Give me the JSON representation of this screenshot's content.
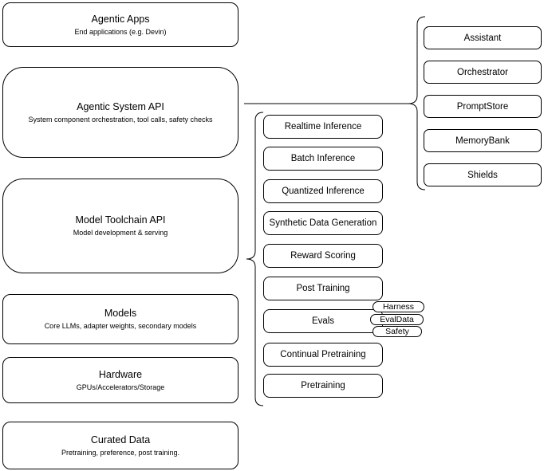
{
  "layers": [
    {
      "title": "Agentic Apps",
      "subtitle": "End applications (e.g. Devin)"
    },
    {
      "title": "Agentic System API",
      "subtitle": "System component orchestration, tool calls, safety checks"
    },
    {
      "title": "Model Toolchain API",
      "subtitle": "Model development & serving"
    },
    {
      "title": "Models",
      "subtitle": "Core LLMs, adapter weights, secondary models"
    },
    {
      "title": "Hardware",
      "subtitle": "GPUs/Accelerators/Storage"
    },
    {
      "title": "Curated Data",
      "subtitle": "Pretraining, preference, post training."
    }
  ],
  "toolchain_services": [
    "Realtime Inference",
    "Batch Inference",
    "Quantized Inference",
    "Synthetic Data Generation",
    "Reward Scoring",
    "Post Training",
    "Evals",
    "Continual Pretraining",
    "Pretraining"
  ],
  "eval_components": [
    "Harness",
    "EvalData",
    "Safety"
  ],
  "agentic_components": [
    "Assistant",
    "Orchestrator",
    "PromptStore",
    "MemoryBank",
    "Shields"
  ],
  "colors": {
    "stroke": "#000000",
    "fill": "#ffffff",
    "background": "#ffffff",
    "text": "#000000"
  }
}
